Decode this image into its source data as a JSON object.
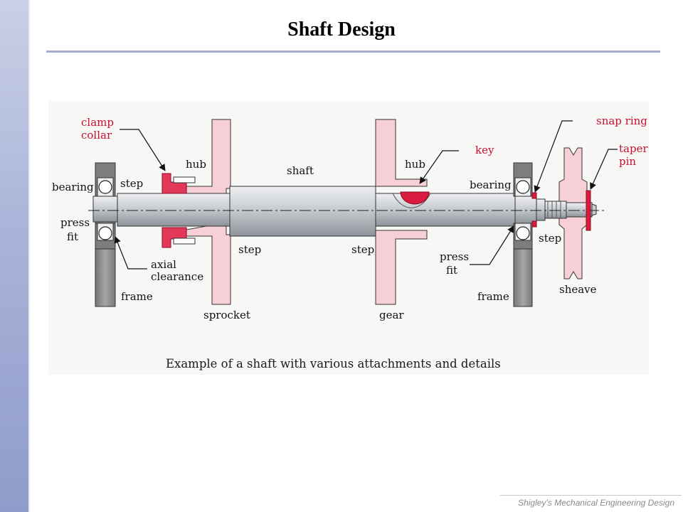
{
  "slide": {
    "title": "Shaft Design",
    "footer": "Shigley’s Mechanical Engineering Design"
  },
  "diagram": {
    "caption": "Example of a shaft with various attachments and details",
    "labels": {
      "clamp_collar_1": "clamp",
      "clamp_collar_2": "collar",
      "hub_left": "hub",
      "shaft": "shaft",
      "hub_right": "hub",
      "key": "key",
      "snap_ring": "snap ring",
      "taper_pin_1": "taper",
      "taper_pin_2": "pin",
      "bearing_left": "bearing",
      "step_left_top": "step",
      "bearing_right": "bearing",
      "press_fit_left_1": "press",
      "press_fit_left_2": "fit",
      "axial_clearance_1": "axial",
      "axial_clearance_2": "clearance",
      "frame_left": "frame",
      "step_mid_left": "step",
      "step_mid_right": "step",
      "press_fit_right_1": "press",
      "press_fit_right_2": "fit",
      "step_right": "step",
      "frame_right": "frame",
      "sheave": "sheave",
      "sprocket": "sprocket",
      "gear": "gear"
    },
    "colors": {
      "pink_part": "#f7cfd6",
      "red_accent": "#c8102e",
      "shaft_mid": "#c9ccd1",
      "frame_gray": "#9a9a9a",
      "bearing_dark": "#7d7d7d"
    }
  }
}
